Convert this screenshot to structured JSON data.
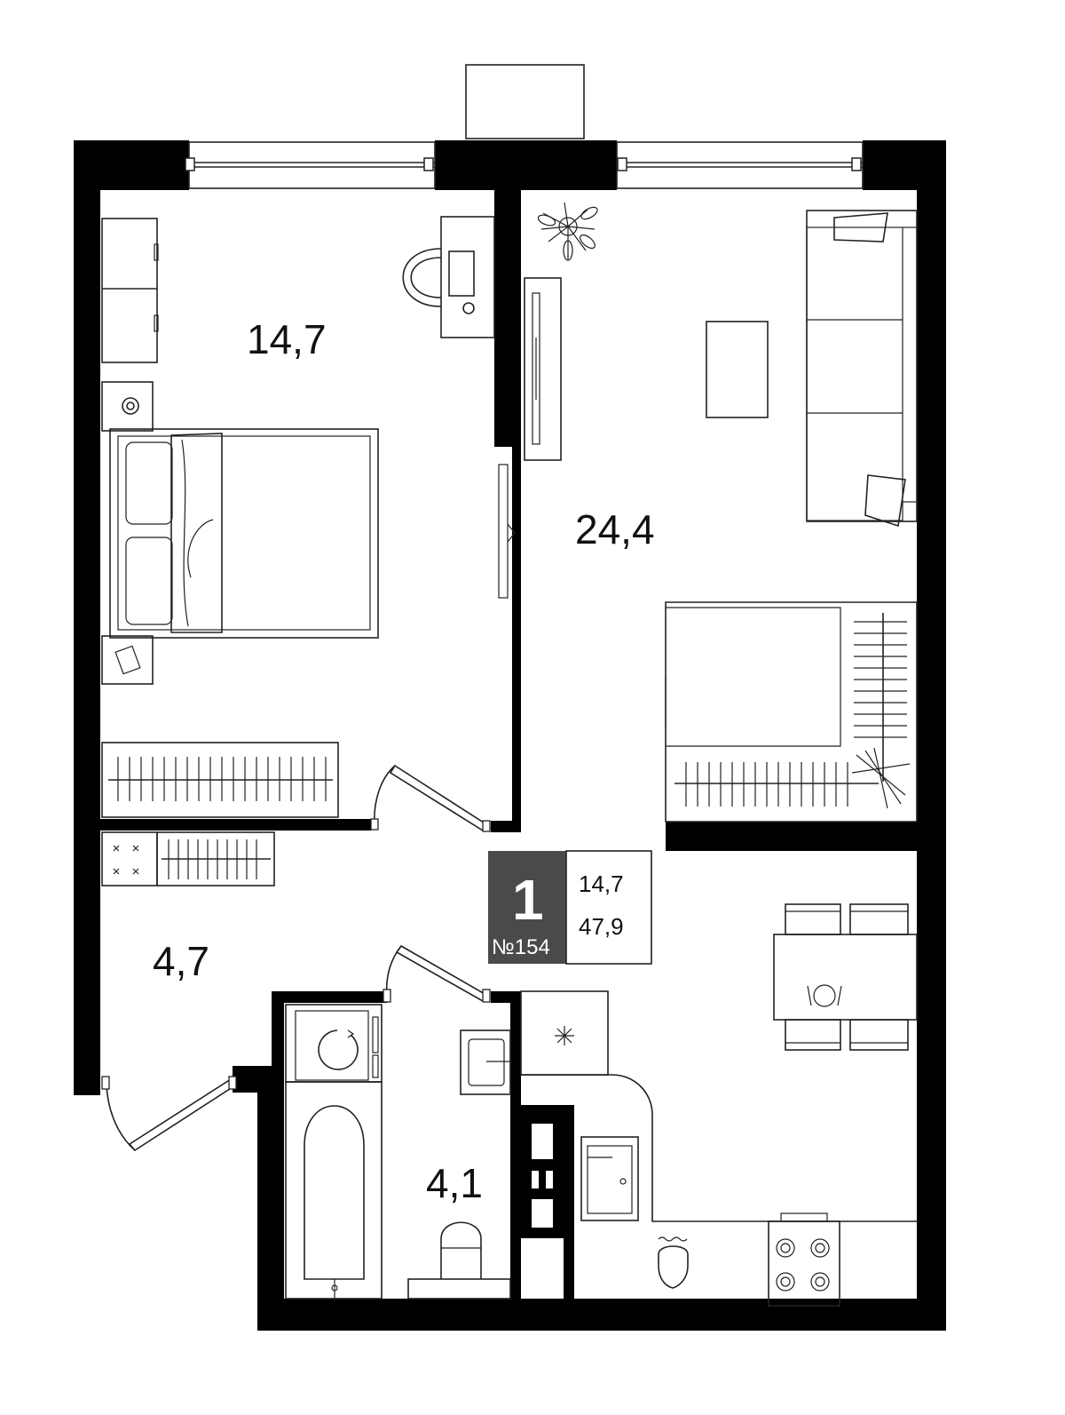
{
  "rooms": {
    "bedroom_area": "14,7",
    "living_area": "24,4",
    "hall_area": "4,7",
    "bathroom_area": "4,1"
  },
  "apartment": {
    "rooms_count": "1",
    "number": "№154",
    "living_space": "14,7",
    "total_space": "47,9"
  },
  "colors": {
    "wall": "#000000",
    "badge_background": "#4a4a4a",
    "line": "#222222"
  }
}
